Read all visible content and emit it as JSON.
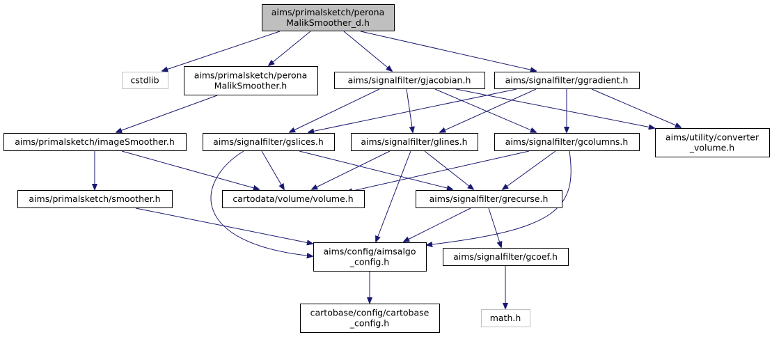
{
  "colors": {
    "edge": "#191970",
    "root_fill": "#bfbfbf",
    "node_border": "#000000",
    "external_border": "#bfbfbf"
  },
  "nodes": [
    {
      "id": "root",
      "label": [
        "aims/primalsketch/perona",
        "MalikSmoother_d.h"
      ],
      "kind": "root"
    },
    {
      "id": "cstdlib",
      "label": [
        "cstdlib"
      ],
      "kind": "external"
    },
    {
      "id": "pms",
      "label": [
        "aims/primalsketch/perona",
        "MalikSmoother.h"
      ],
      "kind": "normal"
    },
    {
      "id": "gjac",
      "label": [
        "aims/signalfilter/gjacobian.h"
      ],
      "kind": "normal"
    },
    {
      "id": "ggrad",
      "label": [
        "aims/signalfilter/ggradient.h"
      ],
      "kind": "normal"
    },
    {
      "id": "imgsm",
      "label": [
        "aims/primalsketch/imageSmoother.h"
      ],
      "kind": "normal"
    },
    {
      "id": "gslices",
      "label": [
        "aims/signalfilter/gslices.h"
      ],
      "kind": "normal"
    },
    {
      "id": "glines",
      "label": [
        "aims/signalfilter/glines.h"
      ],
      "kind": "normal"
    },
    {
      "id": "gcols",
      "label": [
        "aims/signalfilter/gcolumns.h"
      ],
      "kind": "normal"
    },
    {
      "id": "conv",
      "label": [
        "aims/utility/converter",
        "_volume.h"
      ],
      "kind": "normal"
    },
    {
      "id": "smoother",
      "label": [
        "aims/primalsketch/smoother.h"
      ],
      "kind": "normal"
    },
    {
      "id": "volume",
      "label": [
        "cartodata/volume/volume.h"
      ],
      "kind": "normal"
    },
    {
      "id": "grec",
      "label": [
        "aims/signalfilter/grecurse.h"
      ],
      "kind": "normal"
    },
    {
      "id": "aimsalgo",
      "label": [
        "aims/config/aimsalgo",
        "_config.h"
      ],
      "kind": "normal"
    },
    {
      "id": "gcoef",
      "label": [
        "aims/signalfilter/gcoef.h"
      ],
      "kind": "normal"
    },
    {
      "id": "cartobase",
      "label": [
        "cartobase/config/cartobase",
        "_config.h"
      ],
      "kind": "normal"
    },
    {
      "id": "math",
      "label": [
        "math.h"
      ],
      "kind": "external"
    }
  ],
  "edges": [
    {
      "from": "root",
      "to": "cstdlib"
    },
    {
      "from": "root",
      "to": "pms"
    },
    {
      "from": "root",
      "to": "gjac"
    },
    {
      "from": "root",
      "to": "ggrad"
    },
    {
      "from": "pms",
      "to": "imgsm"
    },
    {
      "from": "imgsm",
      "to": "smoother"
    },
    {
      "from": "imgsm",
      "to": "volume"
    },
    {
      "from": "smoother",
      "to": "aimsalgo"
    },
    {
      "from": "gjac",
      "to": "gslices"
    },
    {
      "from": "gjac",
      "to": "glines"
    },
    {
      "from": "gjac",
      "to": "gcols"
    },
    {
      "from": "gjac",
      "to": "conv"
    },
    {
      "from": "ggrad",
      "to": "gslices"
    },
    {
      "from": "ggrad",
      "to": "glines"
    },
    {
      "from": "ggrad",
      "to": "gcols"
    },
    {
      "from": "ggrad",
      "to": "conv"
    },
    {
      "from": "gslices",
      "to": "volume"
    },
    {
      "from": "gslices",
      "to": "grec"
    },
    {
      "from": "gslices",
      "to": "aimsalgo"
    },
    {
      "from": "glines",
      "to": "volume"
    },
    {
      "from": "glines",
      "to": "grec"
    },
    {
      "from": "glines",
      "to": "aimsalgo"
    },
    {
      "from": "gcols",
      "to": "volume"
    },
    {
      "from": "gcols",
      "to": "grec"
    },
    {
      "from": "gcols",
      "to": "aimsalgo"
    },
    {
      "from": "grec",
      "to": "aimsalgo"
    },
    {
      "from": "grec",
      "to": "gcoef"
    },
    {
      "from": "aimsalgo",
      "to": "cartobase"
    },
    {
      "from": "gcoef",
      "to": "math"
    }
  ]
}
